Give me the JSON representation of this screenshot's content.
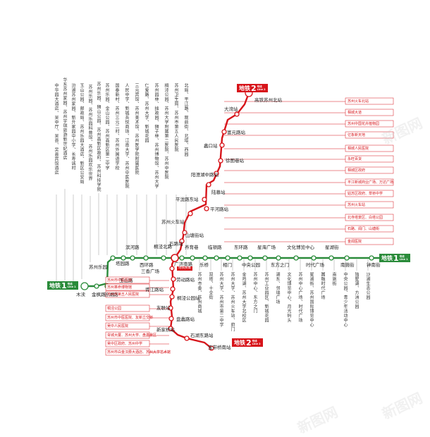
{
  "colors": {
    "line1": "#2a8b3a",
    "line2": "#d7141a",
    "leader": "#d7141a",
    "leader_grey": "#999999"
  },
  "line1": {
    "badge_text": "地铁",
    "badge_num": "1",
    "badge_sub1": "号线",
    "badge_sub2": "Line 1",
    "stations": [
      "木渎",
      "金枫路",
      "汾湖路",
      "玉山路",
      "苏州乐园",
      "塔园路",
      "滨河路",
      "西环路",
      "桐泾北路",
      "广济南路",
      "养育巷",
      "乐桥",
      "临顿路",
      "相门",
      "东环路",
      "中央公园",
      "星海广场",
      "东方之门",
      "文化博览中心",
      "时代广场",
      "星湖街",
      "南施街",
      "钟南街"
    ]
  },
  "line2": {
    "badge_text": "地铁",
    "badge_num": "2",
    "badge_sub1": "号线",
    "badge_sub2": "Line 2",
    "stations": [
      "高铁苏州北站",
      "大湾站",
      "富元路站",
      "蠡口站",
      "徐图巷站",
      "阳澄湖中路站",
      "陆慕站",
      "平泷路东站",
      "平河路站",
      "苏州火车站",
      "山塘街站",
      "石路站",
      "广济南路",
      "三香广场",
      "劳动路站",
      "胥江路站",
      "桐泾公园站",
      "友联站",
      "盘蠡路站",
      "新家桥站",
      "石湖东路站",
      "宝带桥南站"
    ]
  },
  "top_labels": [
    "中华园大酒店、吴中厅、吴县、吴县宾馆酒店",
    "华东苏州家园、苏州宇琪旅游新世纪酒店",
    "汾湖苏州家园、新升家园中小学、长寿诚村",
    "玉山公园、邮政局、苏州乐园大酒店、新区公安局",
    "苏州乐园、苏州乐园科普馆、苏州乐园欢乐世界",
    "苏州乐园、狮山公园、苏州高新区政府、苏州科技学院",
    "苏州乐园、金山公园、苏州高新区第二中学",
    "国泰新村、苏州三元二村、苏州外国语学校",
    "人民中学、新城吾悦商场、江南大学、苏州中医医院",
    "三元宾馆、苏州美术馆、苏州医学院附属医院",
    "仁爱路、苏州大学、新城花园",
    "苏州园林、拙政园、狮子林、苏州博物馆、苏州大学",
    "桐泾公园、苏州大学附属第二医院、苏州中医院",
    "苏州卫生局、苏州市第五人民医院",
    "北局、平江路、观前街、北塔、西园"
  ],
  "bottom_labels": [
    "苏州市委、苏州商城",
    "双塔、十全街",
    "苏州大学、苏州市第二中学",
    "苏州大学、苏州火车站、葑门",
    "金鸡湖、苏州大学北校区",
    "苏州中心、东方之门",
    "苏州工业园区、新城花园",
    "湖东、邻瑞广场",
    "文化博览中心、月光码头",
    "苏州中心广场、时代广场",
    "星湖街、苏州国际博览中心",
    "圆融时代广场",
    "南施街",
    "中央公园、青少年活动中心",
    "独墅湖、方洲公园",
    "沙湖生态公园"
  ],
  "right_labels": [
    "苏州火车北站",
    "相城大道",
    "苏州中国花卉植物园",
    "亿象新天地",
    "相城人民医院",
    "永旺百货",
    "相城区政府",
    "平江新城商业广场、万达广场",
    "姑苏区政府、草桥中学",
    "苏州火车站",
    "北寺塔景区、白塔公园",
    "石路、阊门、山塘街",
    "金阊医院"
  ],
  "left_labels": [
    "苏州市中医医院",
    "苏州革命博物馆",
    "苏州市第五人民医院",
    "桐泾公园",
    "苏州市中医医院、友新立交桥",
    "吴中人民医院",
    "胥城大厦、苏州大学、盘蠡景区",
    "吴中区政府、苏州中学",
    "苏州市白金汉爵大酒店、苏州大学艺术馆"
  ],
  "highlight": "地铁换乘",
  "watermark": "新图网"
}
